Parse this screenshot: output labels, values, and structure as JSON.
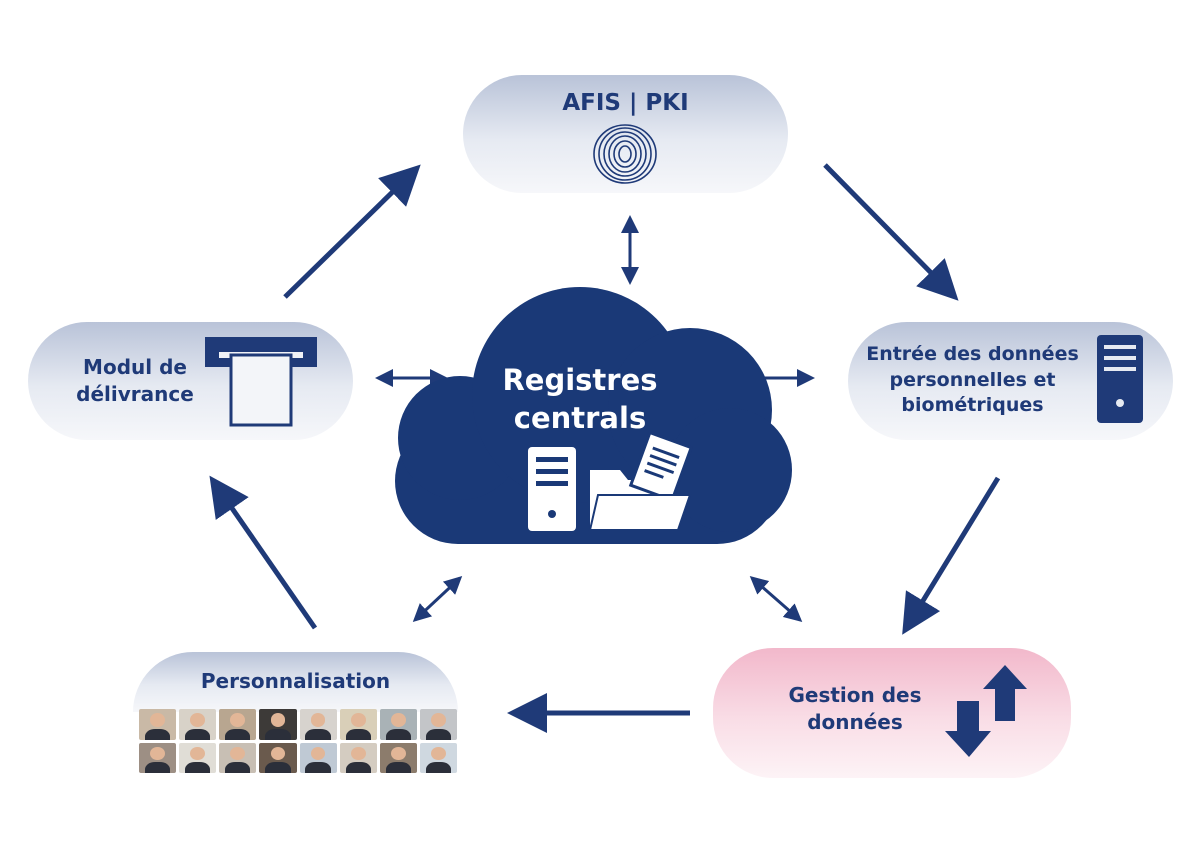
{
  "nodes": {
    "afis": {
      "label": "AFIS | PKI"
    },
    "modul": {
      "label_line1": "Modul de",
      "label_line2": "délivrance"
    },
    "entree": {
      "label_line1": "Entrée des données",
      "label_line2": "personnelles et",
      "label_line3": "biométriques"
    },
    "cloud": {
      "label_line1": "Registres",
      "label_line2": "centrals"
    },
    "personnalisation": {
      "label": "Personnalisation"
    },
    "gestion": {
      "label_line1": "Gestion des",
      "label_line2": "données"
    }
  },
  "icons": {
    "afis": "fingerprint-icon",
    "modul": "card-dispenser-icon",
    "entree": "server-icon",
    "cloud": [
      "server-icon",
      "folder-document-icon"
    ],
    "gestion": "transfer-arrows-icon"
  },
  "colors": {
    "navy": "#1f3a78",
    "pill_gray": "#dfe4ee",
    "pill_pink": "#f7cfdc",
    "white": "#ffffff"
  }
}
